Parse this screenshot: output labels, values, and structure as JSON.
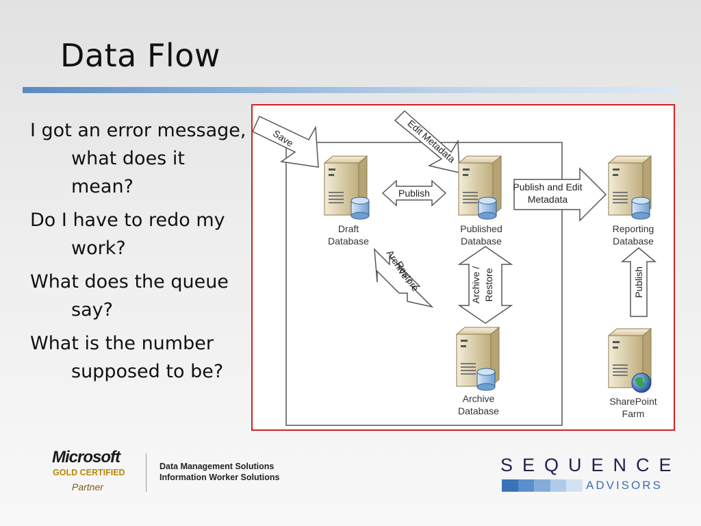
{
  "slide": {
    "title": "Data Flow",
    "bullets": [
      "I got an error message, what does it mean?",
      "Do I have to redo my work?",
      "What does the queue say?",
      "What is the number supposed to be?"
    ]
  },
  "diagram": {
    "nodes": {
      "draft": [
        "Draft",
        "Database"
      ],
      "published": [
        "Published",
        "Database"
      ],
      "reporting": [
        "Reporting",
        "Database"
      ],
      "archive": [
        "Archive",
        "Database"
      ],
      "sharepoint": [
        "SharePoint",
        "Farm"
      ]
    },
    "arrows": {
      "save": "Save",
      "edit_metadata": "Edit Metadata",
      "publish_draft": "Publish",
      "publish_edit": [
        "Publish and Edit",
        "Metadata"
      ],
      "archive_restore_diag": [
        "Archive /",
        "Restore"
      ],
      "archive_restore_vert": [
        "Archive /",
        "Restore"
      ],
      "publish_farm": "Publish"
    },
    "colors": {
      "frame_border": "#d42020",
      "server_body": "#d8c9a0",
      "db_cylinder": "#9cc3e6",
      "arrow_fill": "#ffffff",
      "arrow_stroke": "#555555"
    }
  },
  "footer": {
    "microsoft": {
      "name": "Microsoft",
      "certification": "GOLD CERTIFIED",
      "tier": "Partner"
    },
    "solutions": [
      "Data Management Solutions",
      "Information Worker Solutions"
    ],
    "sequence": {
      "name": "SEQUENCE",
      "sub": "ADVISORS",
      "bar_colors": [
        "#3a73b8",
        "#5b8fcc",
        "#85acd9",
        "#b0cbe8",
        "#d3e2f2"
      ]
    }
  }
}
